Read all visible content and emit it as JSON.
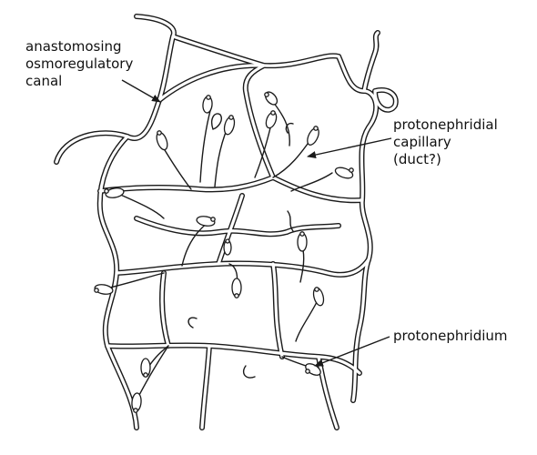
{
  "labels": {
    "canal": [
      "anastomosing",
      "osmoregulatory",
      "canal"
    ],
    "capillary": [
      "protonephridial",
      "capillary",
      "(duct?)"
    ],
    "protonephridium": [
      "protonephridium"
    ]
  },
  "colors": {
    "ink": "#1a1a1a",
    "background": "#ffffff"
  }
}
